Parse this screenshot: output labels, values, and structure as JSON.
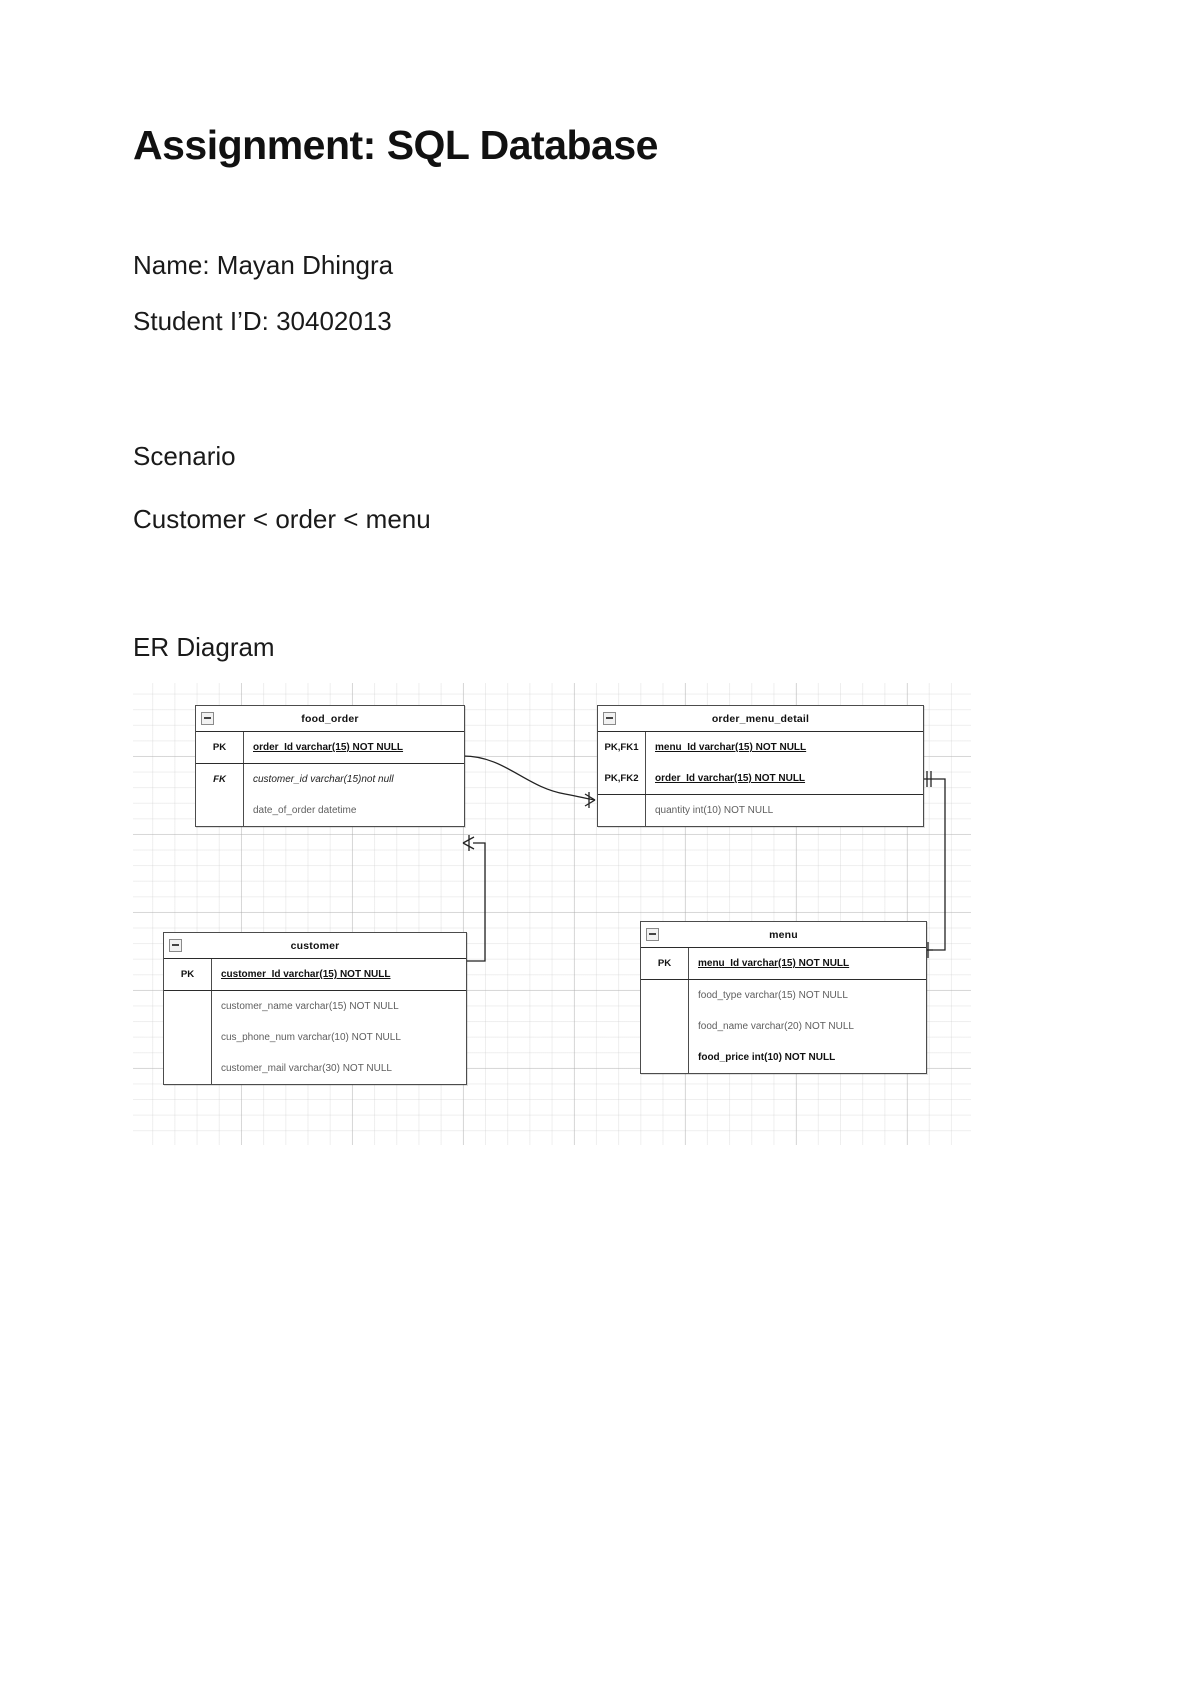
{
  "document": {
    "title": "Assignment: SQL Database",
    "name_line": "Name: Mayan Dhingra",
    "student_id_line": "Student I’D: 30402013",
    "scenario_heading": "Scenario",
    "scenario_text": "Customer < order < menu",
    "er_heading": "ER Diagram"
  },
  "er_diagram": {
    "tables": [
      {
        "id": "food_order",
        "name": "food_order",
        "collapse_icon": "minus-icon",
        "pk_rows": [
          {
            "key": "PK",
            "field": "order_Id varchar(15) NOT NULL"
          }
        ],
        "rows": [
          {
            "key": "FK",
            "field": "customer_id varchar(15)not null"
          },
          {
            "key": "",
            "field": "date_of_order datetime"
          }
        ]
      },
      {
        "id": "order_menu_detail",
        "name": "order_menu_detail",
        "collapse_icon": "minus-icon",
        "pk_rows": [
          {
            "key": "PK,FK1",
            "field": "menu_Id varchar(15) NOT NULL"
          },
          {
            "key": "PK,FK2",
            "field": "order_Id varchar(15) NOT NULL"
          }
        ],
        "rows": [
          {
            "key": "",
            "field": "quantity int(10) NOT NULL"
          }
        ]
      },
      {
        "id": "customer",
        "name": "customer",
        "collapse_icon": "minus-icon",
        "pk_rows": [
          {
            "key": "PK",
            "field": "customer_Id varchar(15) NOT NULL"
          }
        ],
        "rows": [
          {
            "key": "",
            "field": "customer_name varchar(15) NOT NULL"
          },
          {
            "key": "",
            "field": "cus_phone_num varchar(10) NOT NULL"
          },
          {
            "key": "",
            "field": "customer_mail varchar(30) NOT NULL"
          }
        ]
      },
      {
        "id": "menu",
        "name": "menu",
        "collapse_icon": "minus-icon",
        "pk_rows": [
          {
            "key": "PK",
            "field": "menu_Id varchar(15) NOT NULL"
          }
        ],
        "rows": [
          {
            "key": "",
            "field": "food_type varchar(15) NOT NULL"
          },
          {
            "key": "",
            "field": "food_name varchar(20) NOT NULL"
          },
          {
            "key": "",
            "field": "food_price int(10) NOT NULL"
          }
        ]
      }
    ],
    "relationships": [
      {
        "from": "food_order",
        "to": "order_menu_detail",
        "label": ""
      },
      {
        "from": "customer",
        "to": "food_order",
        "label": ""
      },
      {
        "from": "menu",
        "to": "order_menu_detail",
        "label": ""
      }
    ]
  }
}
